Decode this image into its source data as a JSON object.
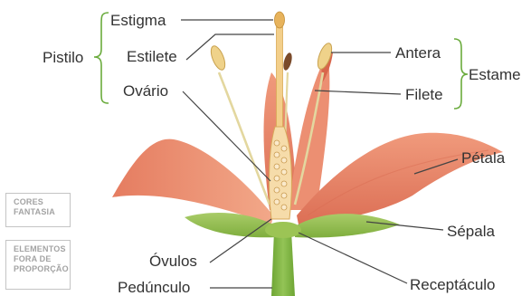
{
  "labels": {
    "pistil_group": "Pistilo",
    "stigma": "Estigma",
    "style": "Estilete",
    "ovary": "Ovário",
    "stamen_group": "Estame",
    "anther": "Antera",
    "filament": "Filete",
    "petal": "Pétala",
    "sepal": "Sépala",
    "ovules": "Óvulos",
    "receptacle": "Receptáculo",
    "peduncle": "Pedúnculo"
  },
  "notes": {
    "fantasy_colors": [
      "CORES",
      "FANTASIA"
    ],
    "out_of_proportion": [
      "ELEMENTOS",
      "FORA DE",
      "PROPORÇÃO"
    ]
  },
  "colors": {
    "brace": "#6aab3c",
    "label_text": "#333333",
    "petal": "#e8876b",
    "sepal": "#8dbb4c",
    "stem": "#7cb342",
    "pistil": "#f4d79c",
    "note_text": "#a3a3a3"
  }
}
